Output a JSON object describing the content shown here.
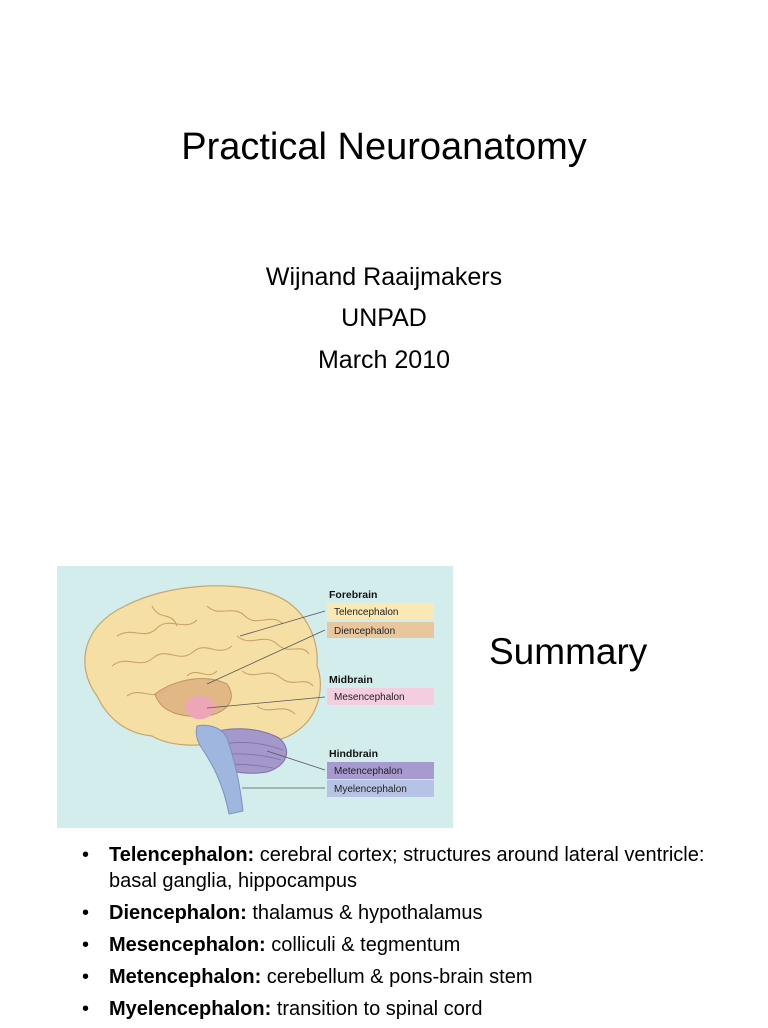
{
  "title": "Practical Neuroanatomy",
  "author": "Wijnand Raaijmakers",
  "institution": "UNPAD",
  "date": "March 2010",
  "summary_heading": "Summary",
  "figure": {
    "groups": {
      "forebrain": "Forebrain",
      "midbrain": "Midbrain",
      "hindbrain": "Hindbrain"
    },
    "boxes": {
      "telencephalon": "Telencephalon",
      "diencephalon": "Diencephalon",
      "mesencephalon": "Mesencephalon",
      "metencephalon": "Metencephalon",
      "myelencephalon": "Myelencephalon"
    },
    "colors": {
      "background": "#d3ecec",
      "telencephalon": "#fbe9b4",
      "diencephalon": "#e9c79e",
      "mesencephalon": "#f4cde0",
      "metencephalon": "#a79ad0",
      "myelencephalon": "#b6c3e4"
    }
  },
  "bullets": [
    {
      "term": "Telencephalon:",
      "desc": " cerebral cortex; structures around lateral ventricle: basal ganglia, hippocampus"
    },
    {
      "term": "Diencephalon:",
      "desc": " thalamus & hypothalamus"
    },
    {
      "term": "Mesencephalon:",
      "desc": " colliculi & tegmentum"
    },
    {
      "term": "Metencephalon:",
      "desc": " cerebellum & pons-brain stem"
    },
    {
      "term": "Myelencephalon:",
      "desc": " transition to spinal cord"
    }
  ],
  "bullet_symbol": "•"
}
